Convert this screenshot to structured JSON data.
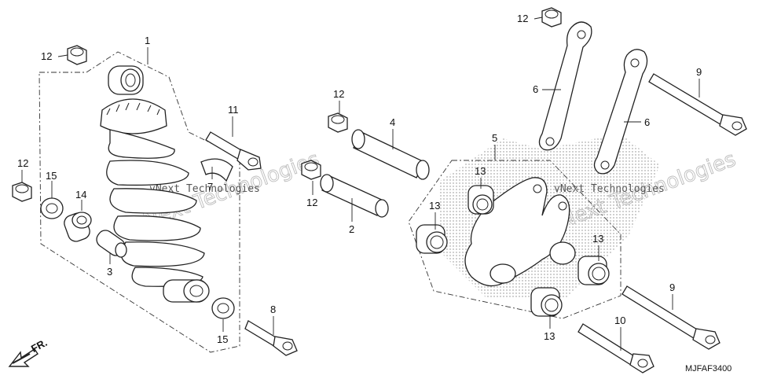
{
  "diagram": {
    "callouts": {
      "c1": "1",
      "c2": "2",
      "c3": "3",
      "c4": "4",
      "c5": "5",
      "c6a": "6",
      "c6b": "6",
      "c7": "7",
      "c8": "8",
      "c9a": "9",
      "c9b": "9",
      "c10": "10",
      "c11": "11",
      "c12a": "12",
      "c12b": "12",
      "c12c": "12",
      "c12d": "12",
      "c12e": "12",
      "c13a": "13",
      "c13b": "13",
      "c13c": "13",
      "c13d": "13",
      "c14": "14",
      "c15a": "15",
      "c15b": "15"
    },
    "watermark": {
      "line1": "vNext Technologies",
      "line2": "vNext Technologies"
    },
    "direction": "FR.",
    "code": "MJFAF3400"
  }
}
